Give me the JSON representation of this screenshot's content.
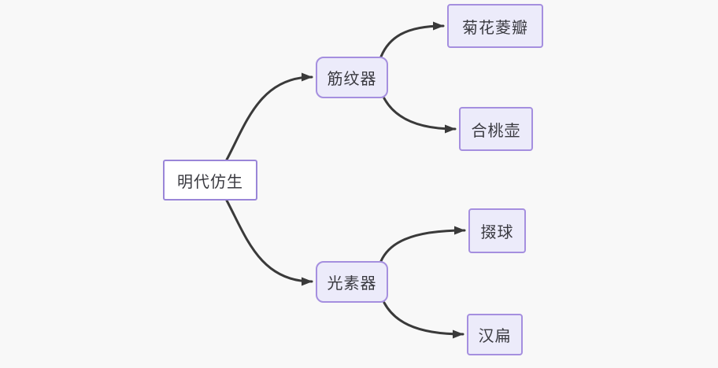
{
  "diagram": {
    "type": "mindmap",
    "root": {
      "label": "明代仿生"
    },
    "branches": [
      {
        "label": "筋纹器",
        "children": [
          {
            "label": "菊花菱瓣"
          },
          {
            "label": "合桃壶"
          }
        ]
      },
      {
        "label": "光素器",
        "children": [
          {
            "label": "掇球"
          },
          {
            "label": "汉扁"
          }
        ]
      }
    ],
    "colors": {
      "canvas_background": "#f8f8f8",
      "root_fill": "#ffffff",
      "root_border": "#9a86d8",
      "node_fill": "#ecebfa",
      "node_border": "#a58fdf",
      "connector": "#3a3a3a",
      "text": "#3a3a40"
    }
  }
}
